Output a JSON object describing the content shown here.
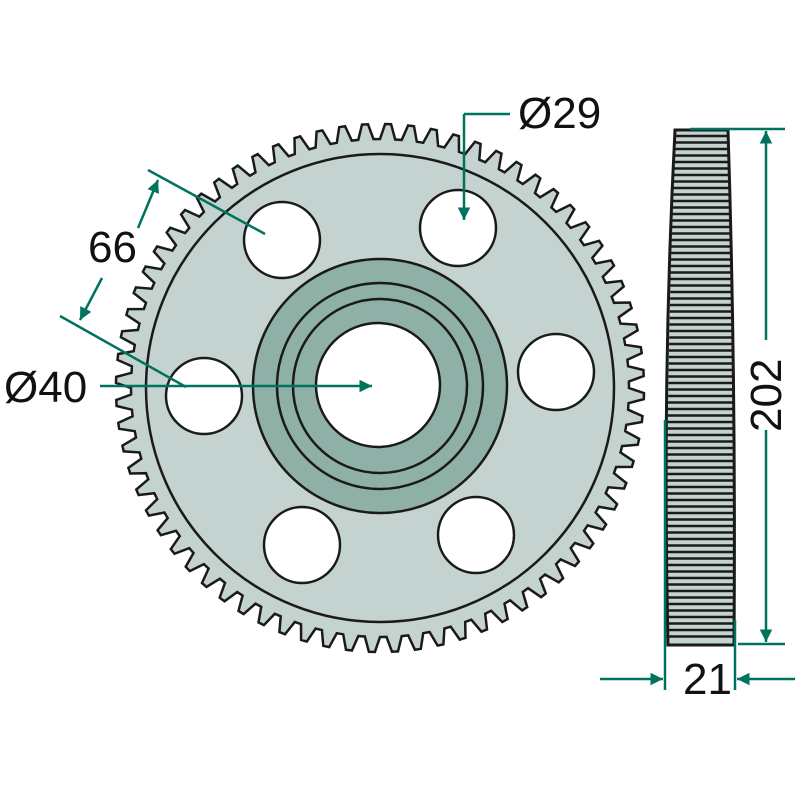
{
  "dimensions": {
    "bolt_hole_diameter": "Ø29",
    "bolt_circle_spacing": "66",
    "bore_diameter": "Ø40",
    "outer_diameter": "202",
    "width": "21"
  },
  "gear": {
    "teeth": 72,
    "bolt_holes": 6
  },
  "colors": {
    "gear_fill": "#c5d3d0",
    "hub_fill": "#8fb0a6",
    "outline": "#1a1a1a",
    "dimension": "#00735f"
  }
}
